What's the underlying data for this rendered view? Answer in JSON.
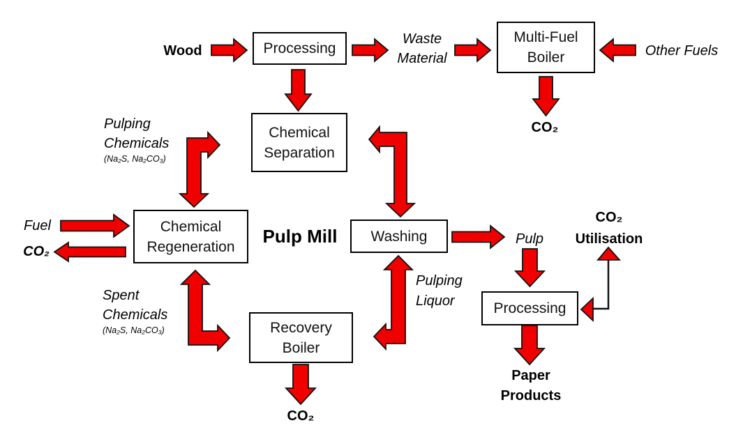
{
  "diagram": {
    "title": "Pulp Mill",
    "colors": {
      "arrow_fill": "#F10000",
      "arrow_outline": "#111111",
      "box_border": "#000000",
      "background": "#FFFFFF"
    },
    "boxes": {
      "processing_top": {
        "label": "Processing"
      },
      "multi_fuel_boiler": {
        "line1": "Multi-Fuel",
        "line2": "Boiler"
      },
      "chemical_separation": {
        "line1": "Chemical",
        "line2": "Separation"
      },
      "chemical_regeneration": {
        "line1": "Chemical",
        "line2": "Regeneration"
      },
      "washing": {
        "label": "Washing"
      },
      "recovery_boiler": {
        "line1": "Recovery",
        "line2": "Boiler"
      },
      "processing_right": {
        "label": "Processing"
      }
    },
    "labels": {
      "wood": "Wood",
      "waste_material": {
        "line1": "Waste",
        "line2": "Material"
      },
      "other_fuels": "Other Fuels",
      "co2_multi_fuel": "CO₂",
      "pulping_chemicals": {
        "line1": "Pulping",
        "line2": "Chemicals",
        "formula": "(Na₂S, Na₂CO₃)"
      },
      "fuel": "Fuel",
      "co2_regeneration": "CO₂",
      "pulp_mill": "Pulp Mill",
      "pulp": "Pulp",
      "pulping_liquor": {
        "line1": "Pulping",
        "line2": "Liquor"
      },
      "spent_chemicals": {
        "line1": "Spent",
        "line2": "Chemicals",
        "formula": "(Na₂S, Na₂CO₃)"
      },
      "co2_recovery": "CO₂",
      "co2_utilisation": {
        "line1": "CO₂",
        "line2": "Utilisation"
      },
      "paper_products": {
        "line1": "Paper",
        "line2": "Products"
      }
    }
  }
}
